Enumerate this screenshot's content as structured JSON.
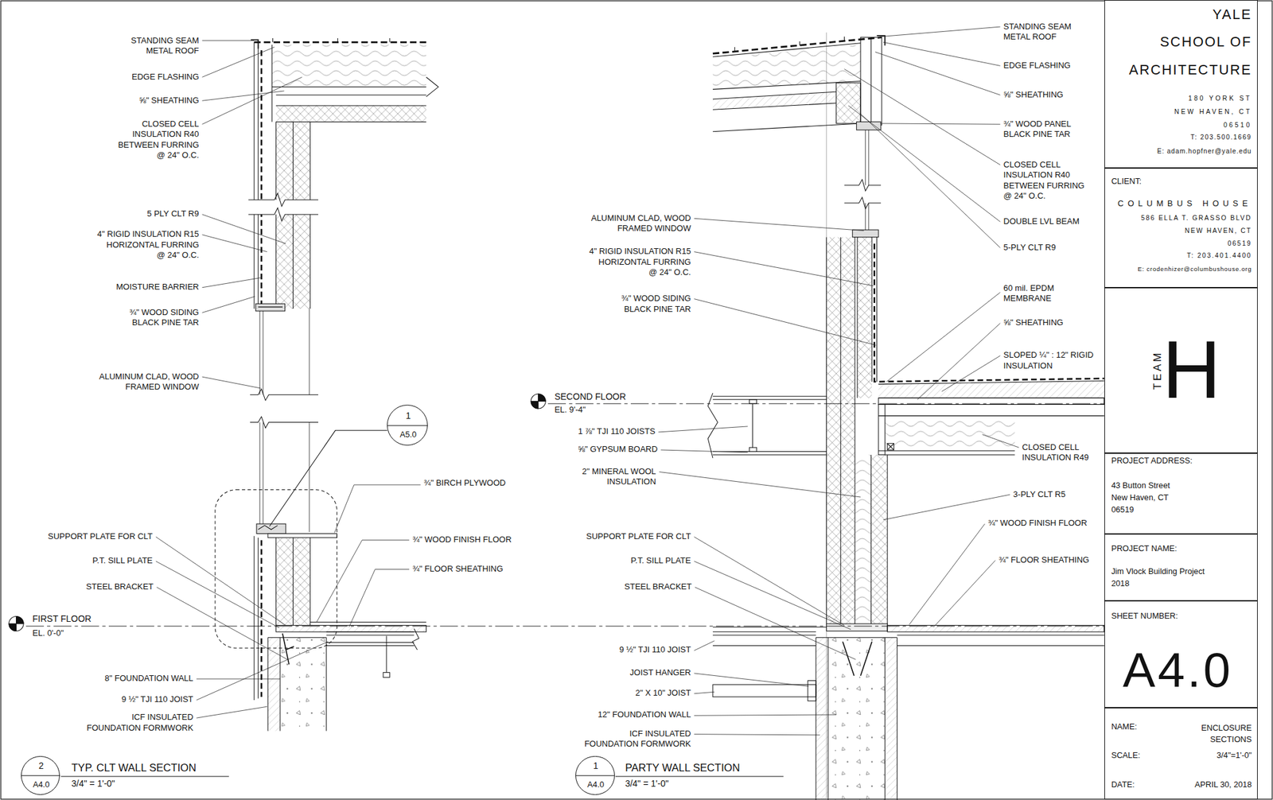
{
  "diagram": {
    "nodes": [
      {
        "text": [
          "YALE SCHOOL OF ARCHITECTURE",
          "180 YORK ST NEW HAVEN, CT 06510",
          "T: 203.500.1669",
          "E: adam.hopfner@yale.edu"
        ]
      },
      {
        "text": [
          "CLIENT:",
          "COLUMBUS HOUSE",
          "586 ELLA T. GRASSO BLVD NEW HAVEN, CT 06519",
          "T: 203.401.4400",
          "E: crodenhizer@columbushouse.org"
        ]
      },
      {
        "text": [
          "TEAM",
          "H"
        ]
      },
      {
        "text": [
          "PROJECT ADDRESS:",
          "43 Button Street New Haven, CT 06519"
        ]
      },
      {
        "text": [
          "PROJECT NAME:",
          "Jim Vlock Building Project 2018"
        ]
      },
      {
        "text": [
          "SHEET NUMBER:",
          "A4.0"
        ]
      },
      {
        "text": [
          "NAME:",
          "ENCLOSURE SECTIONS",
          "SCALE:",
          "3/4\"=1'-0\"",
          "DATE:",
          "APRIL 30, 2018"
        ]
      },
      {
        "text": [
          "1",
          "A5.0"
        ]
      },
      {
        "text": [
          "2",
          "A4.0"
        ]
      },
      {
        "text": [
          "1",
          "A4.0"
        ]
      }
    ],
    "labels": [
      "STANDING SEAM METAL ROOF",
      "EDGE FLASHING",
      "⅝\" SHEATHING",
      "CLOSED CELL INSULATION R40 BETWEEN FURRING @ 24\" O.C.",
      "5 PLY CLT R9",
      "4\" RIGID INSULATION R15 HORIZONTAL FURRING @ 24\" O.C.",
      "MOISTURE BARRIER",
      "¾\" WOOD SIDING BLACK PINE TAR",
      "ALUMINUM CLAD, WOOD FRAMED WINDOW",
      "¾\" BIRCH PLYWOOD",
      "SUPPORT PLATE FOR CLT",
      "P.T. SILL PLATE",
      "STEEL BRACKET",
      "¾\" WOOD FINISH FLOOR",
      "¾\" FLOOR SHEATHING",
      "FIRST FLOOR",
      "EL. 0'-0\"",
      "8\" FOUNDATION WALL",
      "9 ½\" TJI 110 JOIST",
      "ICF INSULATED FOUNDATION FORMWORK",
      "TYP. CLT WALL SECTION",
      "3/4\" = 1'-0\"",
      "STANDING SEAM METAL ROOF",
      "EDGE FLASHING",
      "⅝\" SHEATHING",
      "¾\" WOOD PANEL BLACK PINE TAR",
      "CLOSED CELL INSULATION R40 BETWEEN FURRING @ 24\" O.C.",
      "DOUBLE LVL BEAM",
      "ALUMINUM CLAD, WOOD FRAMED WINDOW",
      "5-PLY CLT R9",
      "4\" RIGID INSULATION R15 HORIZONTAL FURRING @ 24\" O.C.",
      "60 mil. EPDM MEMBRANE",
      "¾\" WOOD SIDING BLACK PINE TAR",
      "⅝\" SHEATHING",
      "SLOPED ¼\" : 12\" RIGID INSULATION",
      "SECOND FLOOR",
      "EL. 9'-4\"",
      "1 ⅞\" TJI 110 JOISTS",
      "⅝\" GYPSUM BOARD",
      "CLOSED CELL INSULATION R49",
      "2\" MINERAL WOOL INSULATION",
      "3-PLY CLT R5",
      "SUPPORT PLATE FOR CLT",
      "¾\" WOOD FINISH FLOOR",
      "P.T. SILL PLATE",
      "¾\" FLOOR SHEATHING",
      "STEEL BRACKET",
      "9 ½\" TJI 110 JOIST",
      "JOIST HANGER",
      "2\" X 10\" JOIST",
      "12\" FOUNDATION WALL",
      "ICF INSULATED FOUNDATION FORMWORK",
      "PARTY WALL SECTION",
      "3/4\" = 1'-0\""
    ]
  }
}
